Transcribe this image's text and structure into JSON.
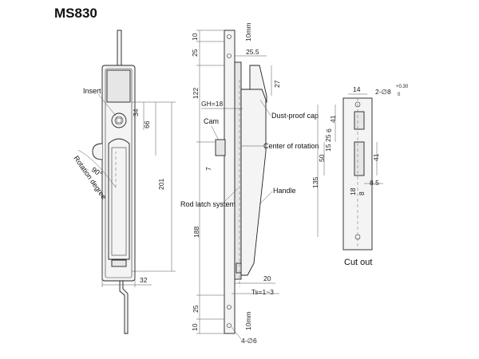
{
  "title": "MS830",
  "labels": {
    "insert": "Insert",
    "cam": "Cam",
    "dust_cap": "Dust-proof  cap",
    "center_rotation": "Center of rotation",
    "handle": "Handle",
    "rod_latch": "Rod latch system",
    "cut_out": "Cut out",
    "rotation_degree": "Rotation degree",
    "angle": "90°",
    "gh": "GH=18",
    "ts": "Ts=1~3",
    "holes_bottom": "4-∅6",
    "holes_cutout": "2-∅8",
    "tol": "+0.30",
    "tol0": "0"
  },
  "dims": {
    "d10_top": "10",
    "d25_top": "25",
    "d122": "122",
    "d188": "188",
    "d25_bot": "25",
    "d10_bot": "10",
    "d255": "25.5",
    "d27": "27",
    "d34": "34",
    "d66": "66",
    "d201": "201",
    "d32": "32",
    "d20": "20",
    "d7": "7",
    "d14": "14",
    "d41a": "41",
    "d6": "6",
    "d25c": "25",
    "d15": "15",
    "d50": "50",
    "d41b": "41",
    "d135": "135",
    "d85": "8.5",
    "d18": "18",
    "d8": "8",
    "d10mm_top": "10mm",
    "d10mm_bot": "10mm"
  }
}
